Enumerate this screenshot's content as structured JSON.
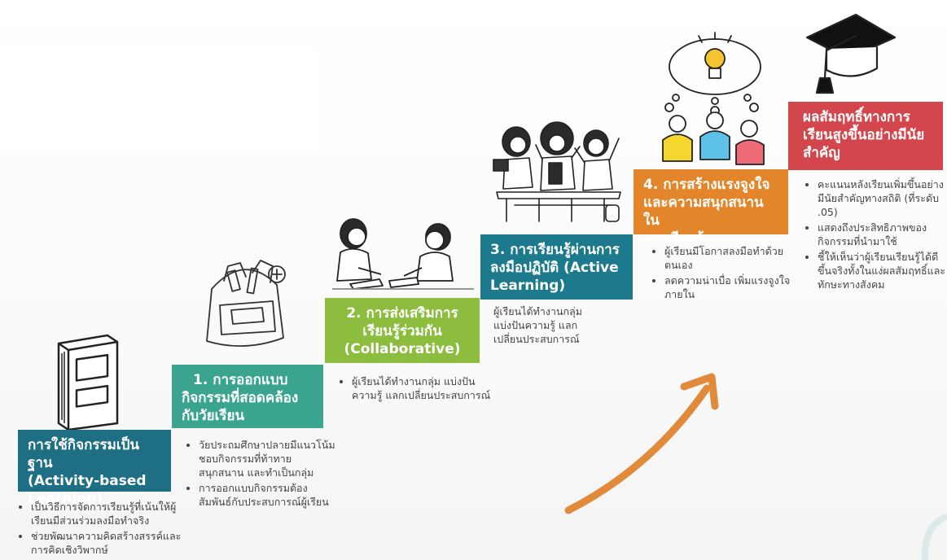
{
  "colors": {
    "teal_dark": "#1e6f84",
    "green_teal": "#3aa48e",
    "lime": "#8cbd3f",
    "teal_blue": "#1d7a8c",
    "orange": "#e3862b",
    "red": "#d2464c",
    "arrow": "#e08a3a"
  },
  "steps": [
    {
      "title_lines": [
        "การใช้กิจกรรมเป็นฐาน",
        "(Activity-based",
        "Learning)"
      ],
      "bullets": [
        "เป็นวิธีการจัดการเรียนรู้ที่เน้นให้ผู้เรียนมีส่วนร่วมลงมือทำจริง",
        "ช่วยพัฒนาความคิดสร้างสรรค์และการคิดเชิงวิพากษ์"
      ],
      "icon": "book-icon"
    },
    {
      "title_lines": [
        "1. การออกแบบ",
        "กิจกรรมที่สอดคล้อง",
        "กับวัยเรียน"
      ],
      "bullets": [
        "วัยประถมศึกษาปลายมีแนวโน้มชอบกิจกรรมที่ท้าทาย สนุกสนาน และทำเป็นกลุ่ม",
        "การออกแบบกิจกรรมต้องสัมพันธ์กับประสบการณ์ผู้เรียน"
      ],
      "icon": "backpack-icon"
    },
    {
      "title_lines": [
        "2. การส่งเสริมการ",
        "เรียนรู้ร่วมกัน",
        "(Collaborative)"
      ],
      "bullets": [
        "ผู้เรียนได้ทำงานกลุ่ม แบ่งปันความรู้ แลกเปลี่ยนประสบการณ์"
      ],
      "icon": "students-talking-icon"
    },
    {
      "title_lines": [
        "3. การเรียนรู้ผ่านการ",
        "ลงมือปฏิบัติ (Active",
        "Learning)"
      ],
      "paragraph": "ผู้เรียนได้ทำงานกลุ่ม แบ่งปันความรู้ แลกเปลี่ยนประสบการณ์",
      "icon": "students-cheering-icon"
    },
    {
      "title_lines": [
        "4. การสร้างแรงจูงใจ",
        "และความสนุกสนานใน",
        "การเรียนรู้"
      ],
      "bullets": [
        "ผู้เรียนมีโอกาสลงมือทำด้วยตนเอง",
        "ลดความน่าเบื่อ เพิ่มแรงจูงใจภายใน"
      ],
      "icon": "idea-people-icon"
    },
    {
      "title_lines": [
        "ผลสัมฤทธิ์ทางการ",
        "เรียนสูงขึ้นอย่างมีนัย",
        "สำคัญ"
      ],
      "bullets": [
        "คะแนนหลังเรียนเพิ่มขึ้นอย่างมีนัยสำคัญทางสถิติ (ที่ระดับ .05)",
        "แสดงถึงประสิทธิภาพของกิจกรรมที่นำมาใช้",
        "ชี้ให้เห็นว่าผู้เรียนเรียนรู้ได้ดีขึ้นจริงทั้งในแง่ผลสัมฤทธิ์และทักษะทางสังคม"
      ],
      "icon": "graduation-cap-icon"
    }
  ]
}
